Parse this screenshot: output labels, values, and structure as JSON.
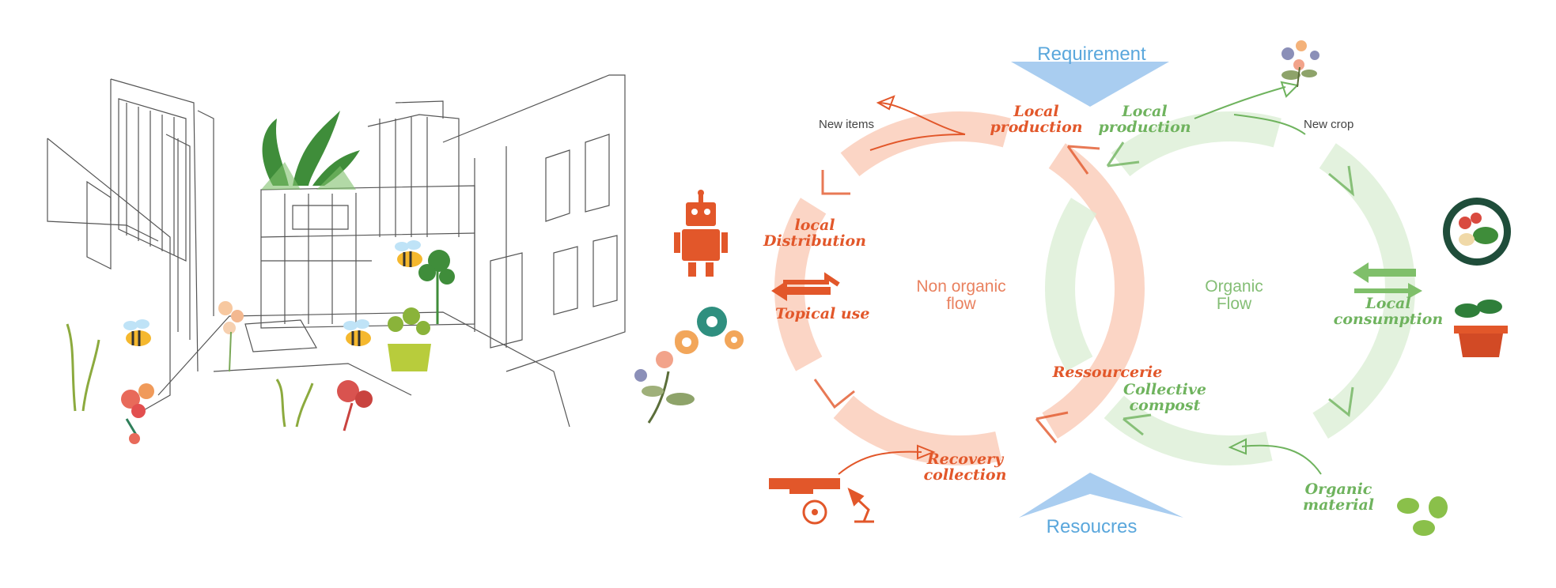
{
  "top_label": "Requirement",
  "bottom_label": "Resoucres",
  "flows": {
    "left": [
      "Non organic",
      "flow"
    ],
    "right": [
      "Organic",
      "Flow"
    ]
  },
  "labels": {
    "new_items": "New items",
    "new_crop": "New crop",
    "local_production_orange": [
      "Local",
      "production"
    ],
    "local_production_green": [
      "Local",
      "production"
    ],
    "local_distribution": [
      "local",
      "Distribution"
    ],
    "topical_use": "Topical use",
    "ressourcerie": "Ressourcerie",
    "collective_compost": [
      "Collective",
      "compost"
    ],
    "recovery_collection": [
      "Recovery",
      "collection"
    ],
    "local_consumption": [
      "Local",
      "consumption"
    ],
    "organic_material": [
      "Organic",
      "material"
    ]
  },
  "colors": {
    "orange": "#e2572a",
    "orange_light": "#f9c7b2",
    "green": "#6fb35e",
    "green_light": "#dcefd6",
    "blue": "#a9cdf0",
    "blue_text": "#5aa7dc"
  },
  "icons": [
    "robot-icon",
    "gears-icon",
    "fan-icon",
    "lamp-icon",
    "plate-icon",
    "plant-pot-icon",
    "recycle-leaves-icon",
    "bee-icon",
    "flower-icon"
  ]
}
